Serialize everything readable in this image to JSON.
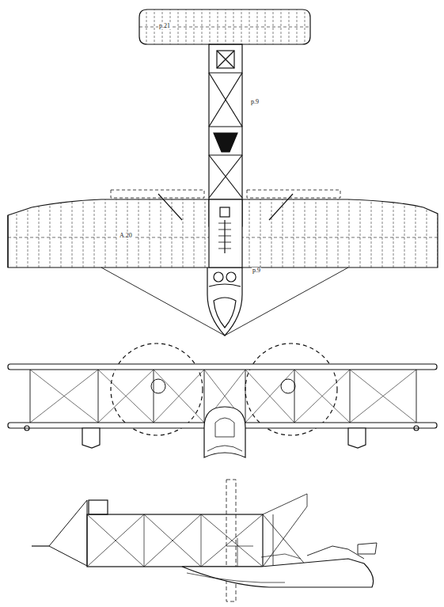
{
  "diagram": {
    "labels": [
      "p.21",
      "A.20",
      "p.9",
      "p.9"
    ]
  }
}
